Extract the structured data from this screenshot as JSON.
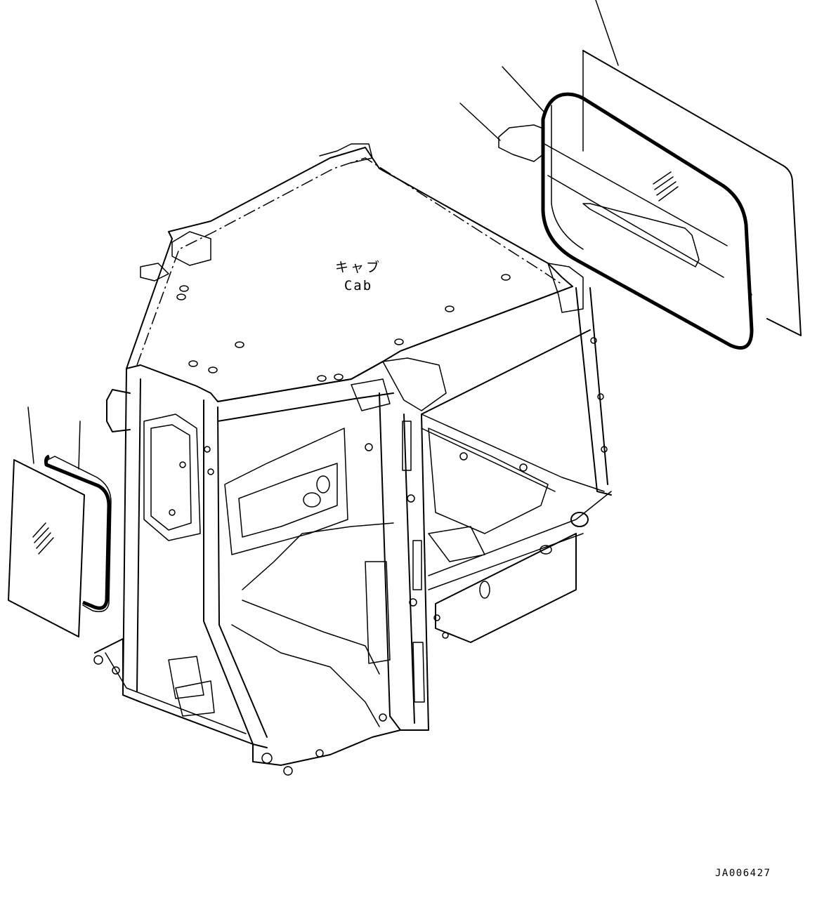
{
  "diagram": {
    "cab_label_ja": "キャブ",
    "cab_label_en": "Cab",
    "drawing_id": "JA006427"
  },
  "parts": [
    {
      "id": "rear-glass",
      "icon": "glass-pane"
    },
    {
      "id": "rear-seal",
      "icon": "rubber-seal"
    },
    {
      "id": "rear-spacer",
      "icon": "spacer-strip"
    },
    {
      "id": "left-glass",
      "icon": "glass-pane"
    },
    {
      "id": "left-seal",
      "icon": "rubber-seal"
    }
  ]
}
